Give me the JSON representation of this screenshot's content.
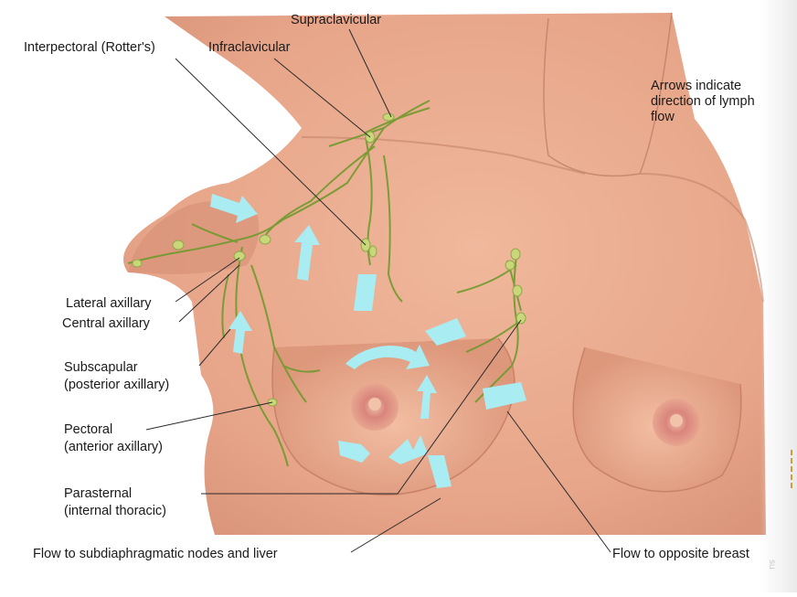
{
  "labels": {
    "supraclavicular": "Supraclavicular",
    "interpectoral": "Interpectoral (Rotter's)",
    "infraclavicular": "Infraclavicular",
    "arrows_note": [
      "Arrows indicate",
      "direction of lymph",
      "flow"
    ],
    "lateral_axillary": "Lateral axillary",
    "central_axillary": "Central axillary",
    "subscapular": [
      "Subscapular",
      "(posterior axillary)"
    ],
    "pectoral": [
      "Pectoral",
      "(anterior axillary)"
    ],
    "parasternal": [
      "Parasternal",
      "(internal thoracic)"
    ],
    "flow_subdiaphragmatic": "Flow to subdiaphragmatic nodes and liver",
    "flow_opposite": "Flow to opposite breast"
  },
  "colors": {
    "skin": "#e9a98c",
    "skin_shadow": "#cf8c72",
    "nipple": "#cf7c78",
    "lymph_vessel": "#6f9a2d",
    "lymph_node": "#c9d67a",
    "flow_arrow": "#a9ecf2",
    "leader_line": "#2a2a2a"
  },
  "corner_text": "su"
}
